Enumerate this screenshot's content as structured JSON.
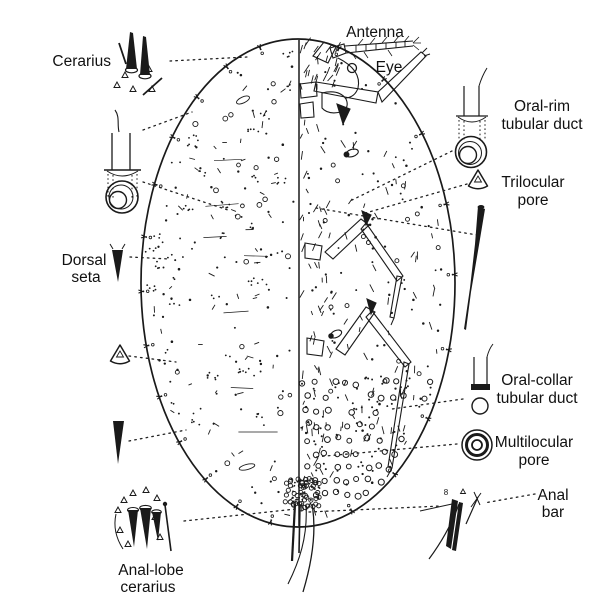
{
  "figure": {
    "background": "#ffffff",
    "ink_color": "#1a1a1a",
    "labels": {
      "cerarius": "Cerarius",
      "antenna": "Antenna",
      "eye": "Eye",
      "oral_rim_1": "Oral-rim",
      "oral_rim_2": "tubular duct",
      "trilocular_1": "Trilocular",
      "trilocular_2": "pore",
      "dorsal_seta_1": "Dorsal",
      "dorsal_seta_2": "seta",
      "oral_collar_1": "Oral-collar",
      "oral_collar_2": "tubular duct",
      "multilocular_1": "Multilocular",
      "multilocular_2": "pore",
      "anal_bar_1": "Anal",
      "anal_bar_2": "bar",
      "anal_lobe_1": "Anal-lobe",
      "anal_lobe_2": "cerarius",
      "anal_bar_count": "8"
    }
  }
}
